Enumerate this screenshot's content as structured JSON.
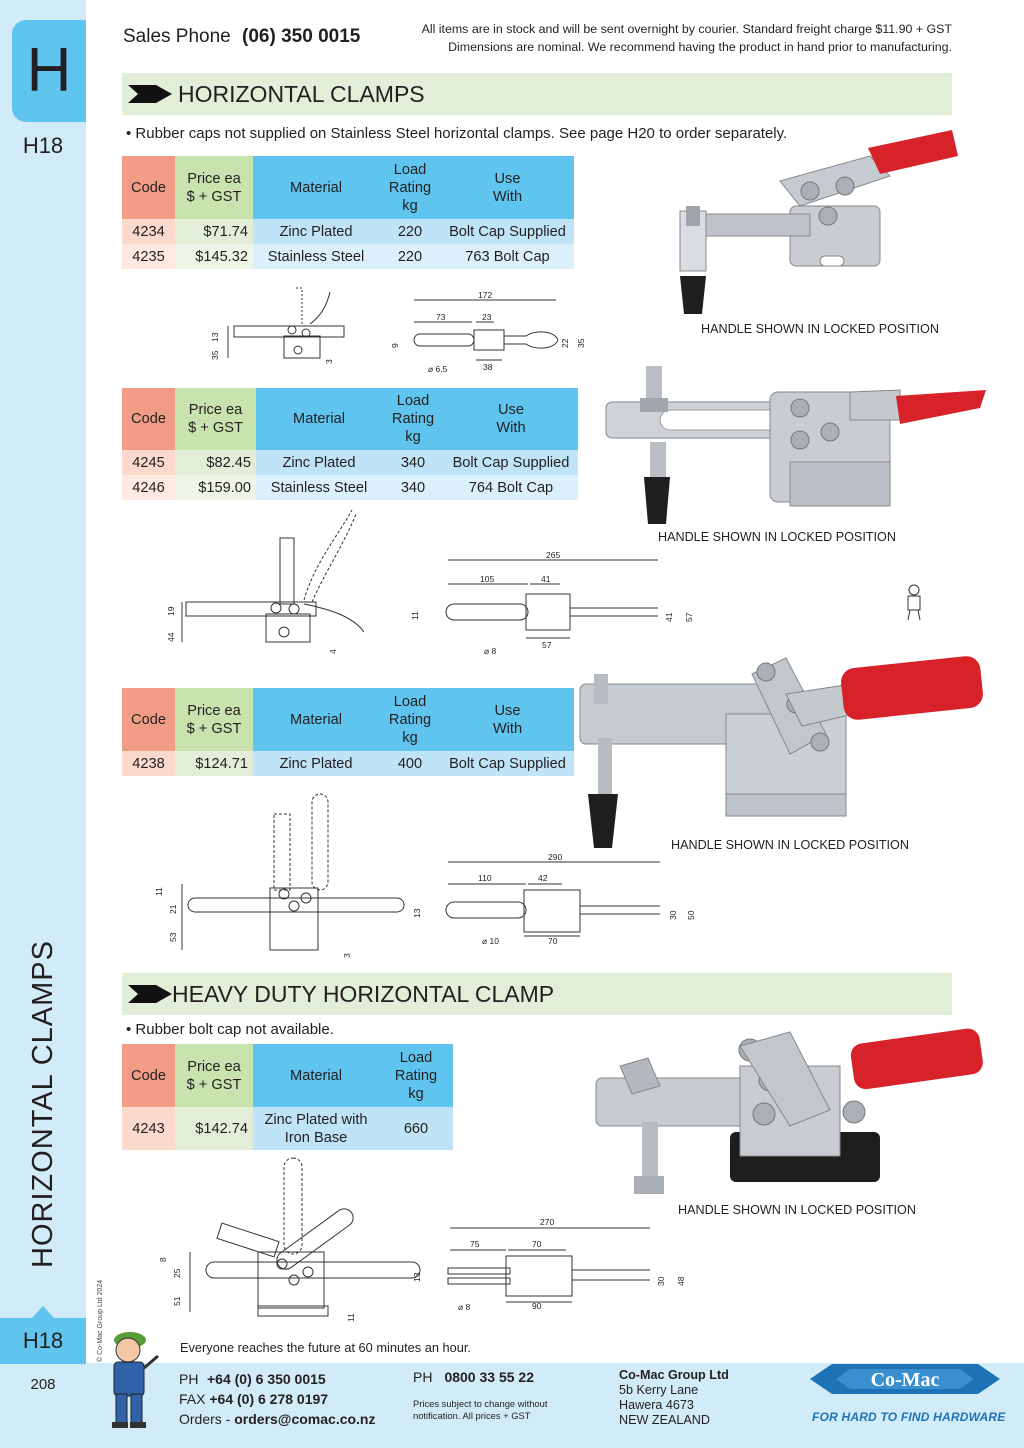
{
  "tab": {
    "letter": "H",
    "page_code": "H18",
    "section_vertical": "HORIZONTAL CLAMPS",
    "page_number": "208",
    "copyright": "© Co-Mac Group Ltd 2024"
  },
  "header": {
    "sales_label": "Sales Phone",
    "sales_phone": "(06) 350 0015",
    "note_line1": "All items are in stock and will be sent overnight by courier. Standard freight charge $11.90 + GST",
    "note_line2": "Dimensions are nominal. We recommend having the product in hand prior to manufacturing."
  },
  "sections": [
    {
      "title": "HORIZONTAL CLAMPS",
      "note": "• Rubber caps not supplied on Stainless Steel horizontal clamps. See page H20 to order separately."
    },
    {
      "title": "HEAVY DUTY HORIZONTAL CLAMP",
      "note": "• Rubber bolt cap not available."
    }
  ],
  "table_headers": {
    "code": "Code",
    "price1": "Price ea",
    "price2": "$ + GST",
    "material": "Material",
    "load1": "Load",
    "load2": "Rating",
    "load3": "kg",
    "use1": "Use",
    "use2": "With"
  },
  "products": [
    {
      "rows": [
        {
          "code": "4234",
          "price": "$71.74",
          "material": "Zinc Plated",
          "load": "220",
          "use": "Bolt Cap Supplied"
        },
        {
          "code": "4235",
          "price": "$145.32",
          "material": "Stainless Steel",
          "load": "220",
          "use": "763 Bolt Cap"
        }
      ],
      "caption": "HANDLE SHOWN IN LOCKED POSITION"
    },
    {
      "rows": [
        {
          "code": "4245",
          "price": "$82.45",
          "material": "Zinc Plated",
          "load": "340",
          "use": "Bolt Cap Supplied"
        },
        {
          "code": "4246",
          "price": "$159.00",
          "material": "Stainless Steel",
          "load": "340",
          "use": "764 Bolt Cap"
        }
      ],
      "caption": "HANDLE SHOWN IN LOCKED POSITION"
    },
    {
      "rows": [
        {
          "code": "4238",
          "price": "$124.71",
          "material": "Zinc Plated",
          "load": "400",
          "use": "Bolt Cap Supplied"
        }
      ],
      "caption": "HANDLE SHOWN IN LOCKED POSITION"
    },
    {
      "rows": [
        {
          "code": "4243",
          "price": "$142.74",
          "material1": "Zinc Plated with",
          "material2": "Iron Base",
          "load": "660"
        }
      ],
      "caption": "HANDLE SHOWN IN LOCKED POSITION"
    }
  ],
  "dims": {
    "d1": {
      "side": [
        "13",
        "35",
        "3"
      ],
      "top": [
        "172",
        "73",
        "23",
        "9",
        "22",
        "35",
        "⌀ 6.5",
        "38"
      ]
    },
    "d2": {
      "side": [
        "19",
        "44",
        "4"
      ],
      "top": [
        "265",
        "105",
        "41",
        "11",
        "41",
        "57",
        "⌀ 8",
        "57"
      ]
    },
    "d3": {
      "side": [
        "11",
        "21",
        "53",
        "3"
      ],
      "top": [
        "290",
        "110",
        "42",
        "13",
        "30",
        "50",
        "⌀ 10",
        "70"
      ]
    },
    "d4": {
      "side": [
        "8",
        "25",
        "51",
        "11"
      ],
      "top": [
        "270",
        "75",
        "70",
        "13",
        "30",
        "48",
        "⌀ 8",
        "90"
      ]
    }
  },
  "footer": {
    "motto": "Everyone reaches the future at 60 minutes an hour.",
    "ph_label": "PH",
    "ph_value": "+64 (0) 6 350 0015",
    "fax_label": "FAX",
    "fax_value": "+64 (0) 6 278 0197",
    "orders_label": "Orders -",
    "orders_value": "orders@comac.co.nz",
    "ph2_label": "PH",
    "ph2_value": "0800 33 55 22",
    "prices_note": "Prices subject to change without notification. All prices + GST",
    "company": "Co-Mac Group Ltd",
    "addr1": "5b Kerry Lane",
    "addr2": "Hawera 4673",
    "addr3": "NEW ZEALAND",
    "logo_text": "Co-Mac",
    "tagline": "FOR HARD TO FIND HARDWARE"
  },
  "colors": {
    "tab_blue": "#5fc4ee",
    "side_blue": "#d2ebf8",
    "section_green": "#e2eed8",
    "code_salmon": "#f19d85",
    "price_green": "#c9e3ae",
    "handle_red": "#d8222a",
    "logo_blue": "#1d73b6"
  }
}
